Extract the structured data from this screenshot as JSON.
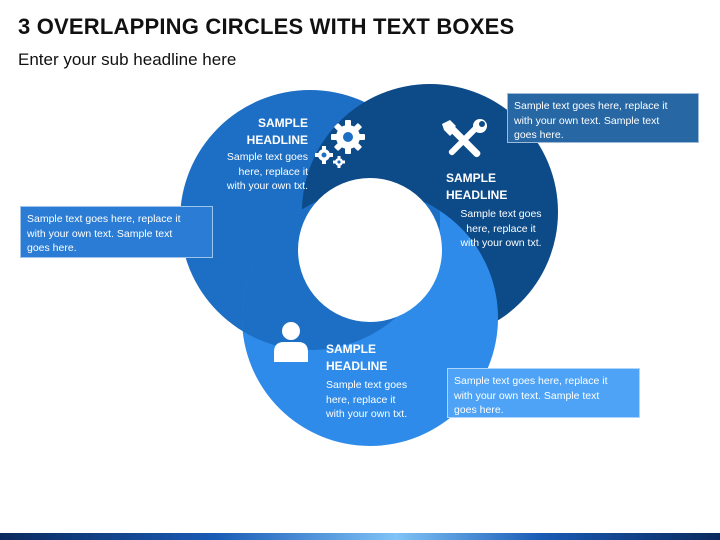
{
  "header": {
    "title": "3 OVERLAPPING CIRCLES WITH TEXT BOXES",
    "subtitle": "Enter your sub headline here"
  },
  "colors": {
    "circle_top_left": "#1C6FC4",
    "circle_top_right": "#0C4A88",
    "circle_bottom": "#2E8BEA",
    "callout_left": "#2A7CD4",
    "callout_top_right": "#2767A4",
    "callout_bottom_right": "#4EA3F7"
  },
  "circles": [
    {
      "id": "top-left",
      "icon": "gears-icon",
      "headline": "SAMPLE\nHEADLINE",
      "body": "Sample text goes\nhere, replace it\nwith your own txt."
    },
    {
      "id": "top-right",
      "icon": "tools-icon",
      "headline": "SAMPLE\nHEADLINE",
      "body": "Sample text goes\nhere, replace it\nwith your own txt."
    },
    {
      "id": "bottom",
      "icon": "user-icon",
      "headline": "SAMPLE\nHEADLINE",
      "body": "Sample text goes\nhere, replace it\nwith your own txt."
    }
  ],
  "callouts": {
    "top_right": "Sample text goes here, replace it\nwith your own text. Sample text\ngoes here.",
    "left": "Sample text goes here, replace it\nwith your own text. Sample text\ngoes here.",
    "bottom_right": "Sample text goes here, replace it\nwith your own text. Sample text\ngoes here."
  }
}
